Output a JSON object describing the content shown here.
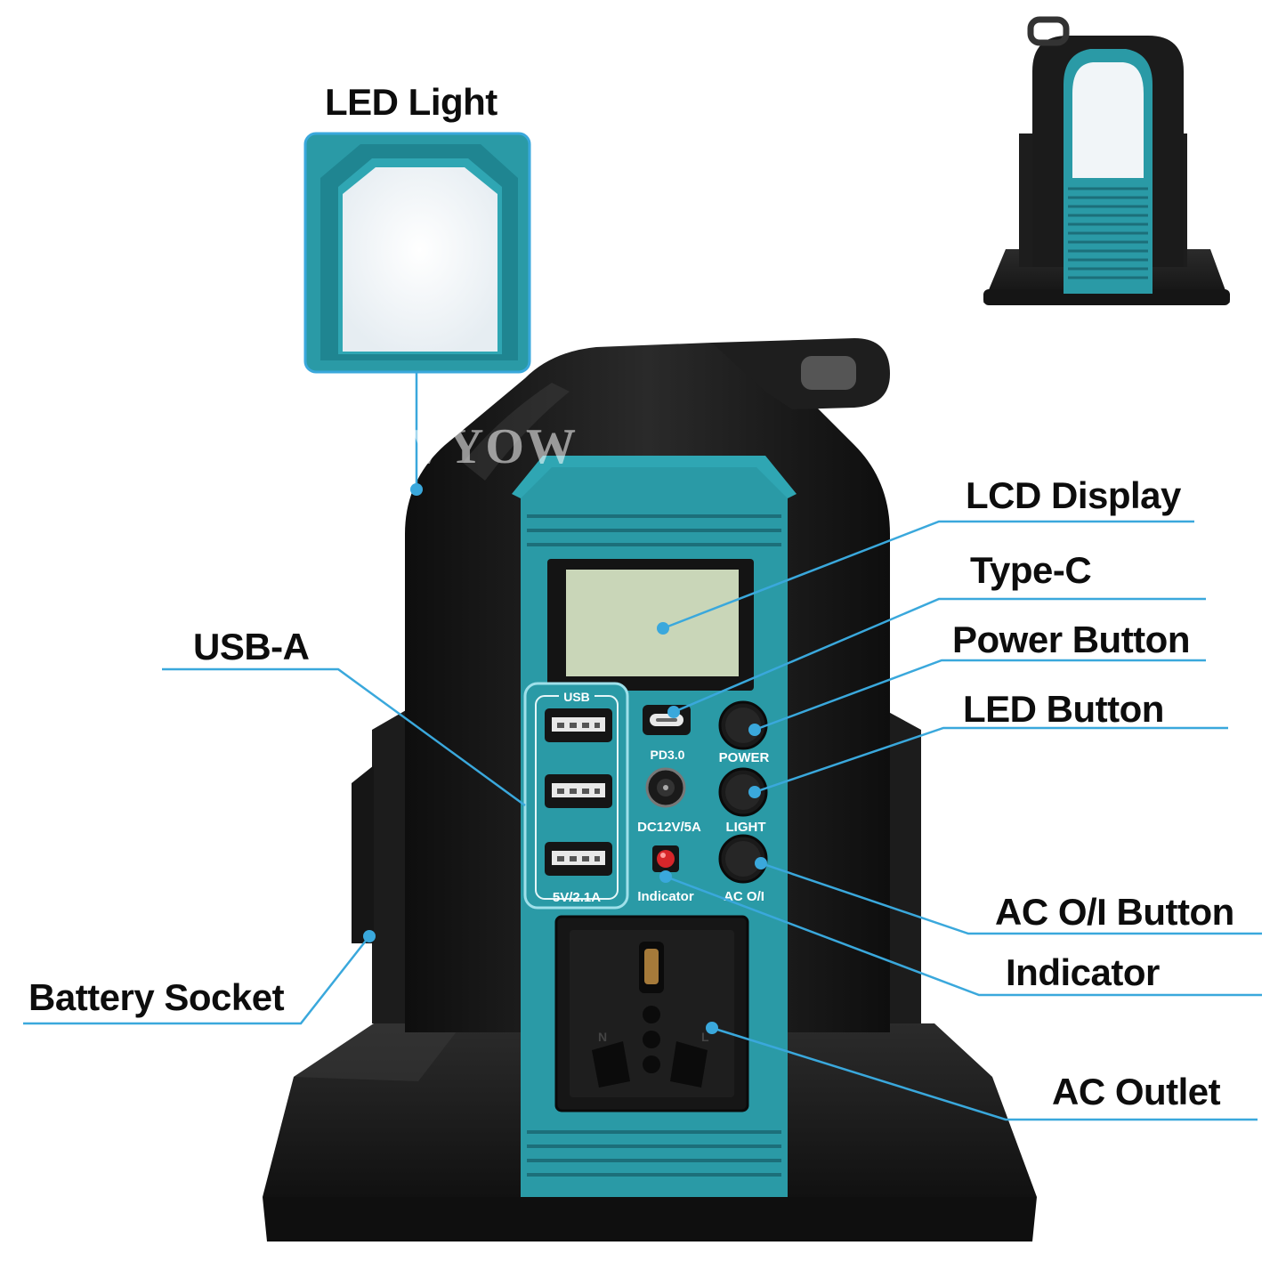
{
  "brand_watermark": "BEYTVYOW",
  "colors": {
    "teal": "#2a9aa6",
    "teal_dark": "#1c6f7a",
    "body_black": "#1a1a1a",
    "callout_blue": "#3aa8dc",
    "lcd": "#c9d6b8",
    "led_white": "#f4f8fb"
  },
  "callouts": {
    "led_light": "LED Light",
    "lcd_display": "LCD Display",
    "type_c": "Type-C",
    "power_button": "Power Button",
    "led_button": "LED Button",
    "usb_a": "USB-A",
    "ac_button": "AC O/I Button",
    "indicator": "Indicator",
    "battery_socket": "Battery Socket",
    "ac_outlet": "AC Outlet"
  },
  "panel": {
    "usb_header": "USB",
    "usb_rating": "5V/2.1A",
    "pd_label": "PD3.0",
    "power_label": "POWER",
    "dc_label": "DC12V/5A",
    "light_label": "LIGHT",
    "indicator_label": "Indicator",
    "ac_label": "AC O/I",
    "socket_n": "N",
    "socket_l": "L"
  },
  "icons": [
    "usb-port-icon",
    "type-c-port-icon",
    "dc-barrel-icon",
    "round-button-icon",
    "red-led-icon",
    "universal-socket-icon"
  ]
}
